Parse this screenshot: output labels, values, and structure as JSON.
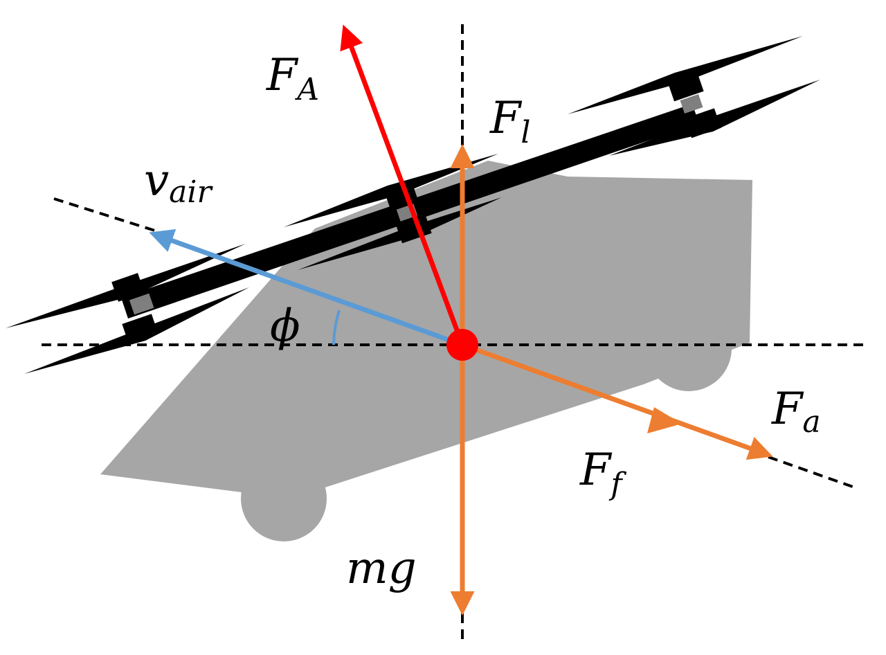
{
  "labels": {
    "F_A": {
      "main": "F",
      "sub": "A"
    },
    "F_l": {
      "main": "F",
      "sub": "l"
    },
    "v_air": {
      "main": "v",
      "sub": "air"
    },
    "phi": "ϕ",
    "F_a": {
      "main": "F",
      "sub": "a"
    },
    "F_f": {
      "main": "F",
      "sub": "f"
    },
    "mg": "mg"
  },
  "colors": {
    "lift_vector": "#ff0000",
    "forces": "#ed7d31",
    "air_velocity": "#5b9bd5",
    "center_of_mass": "#ff0000",
    "vehicle_body": "#a6a6a6",
    "rotor": "#000000"
  }
}
